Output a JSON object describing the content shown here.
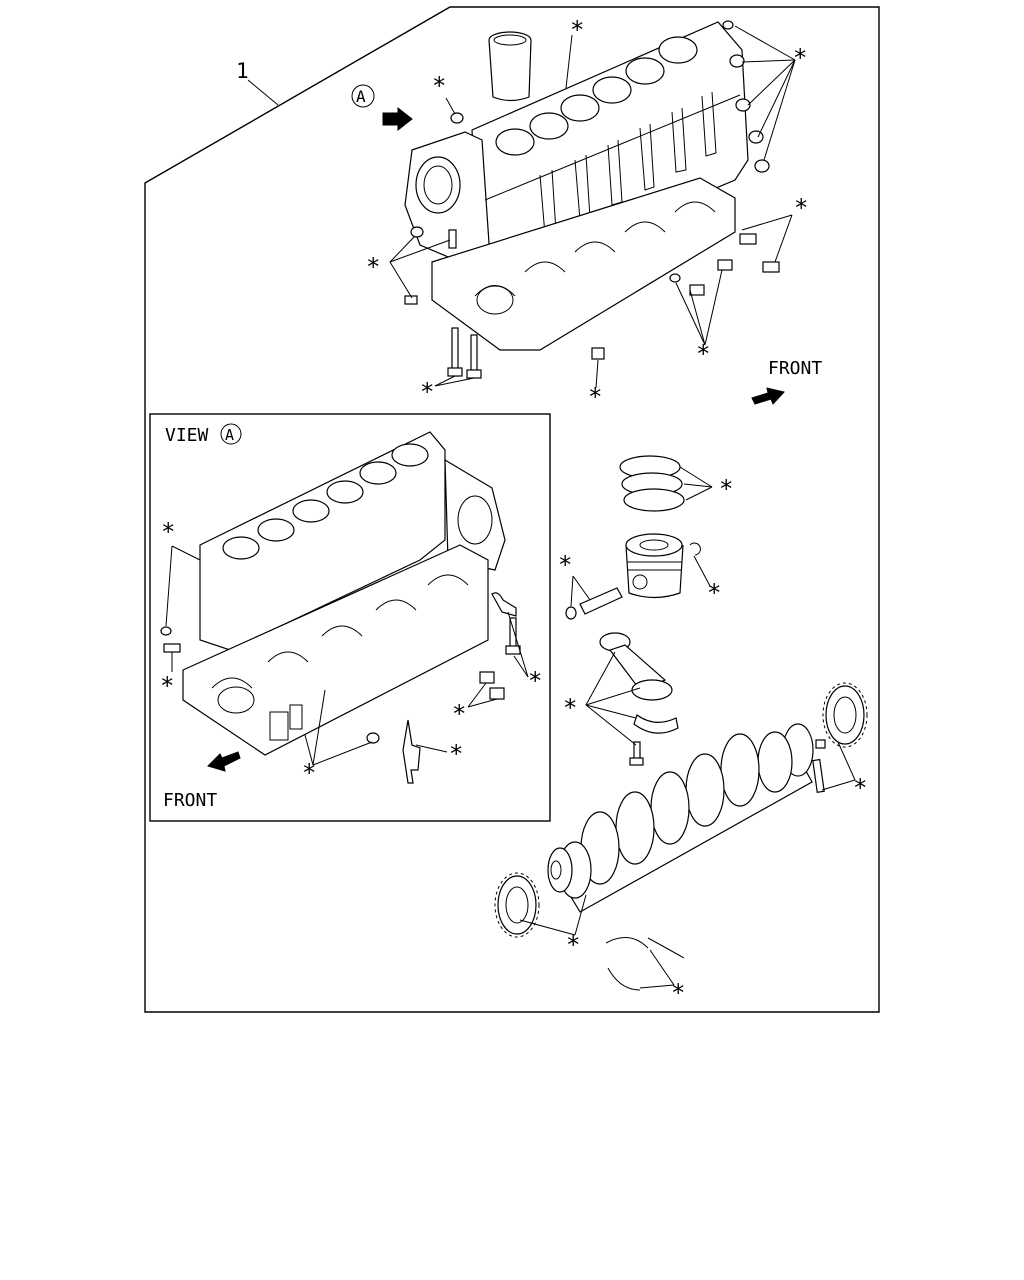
{
  "labels": {
    "item_number": "1",
    "view_marker_letter": "A",
    "view_title_word": "VIEW",
    "view_title_letter": "A",
    "front_top": "FRONT",
    "front_inset": "FRONT",
    "asterisk": "*"
  },
  "callouts": {
    "liner": "*",
    "top_plugs": "*",
    "left_dowel": "*",
    "mid_dowels": "*",
    "left_pins": "*",
    "bottom_bolts": "*",
    "front_bolts": "*",
    "bottom_studs": "*",
    "plug_bottom": "*",
    "rings": "*",
    "piston_pin": "*",
    "snap_ring": "*",
    "con_rod": "*",
    "crank_gear_rear": "*",
    "crank_gear_front": "*",
    "thrust_washers": "*",
    "inset_left_top": "*",
    "inset_left_bottom": "*",
    "inset_right_bolts": "*",
    "inset_mid_plugs": "*",
    "inset_oil_jet": "*",
    "inset_bottom": "*"
  }
}
